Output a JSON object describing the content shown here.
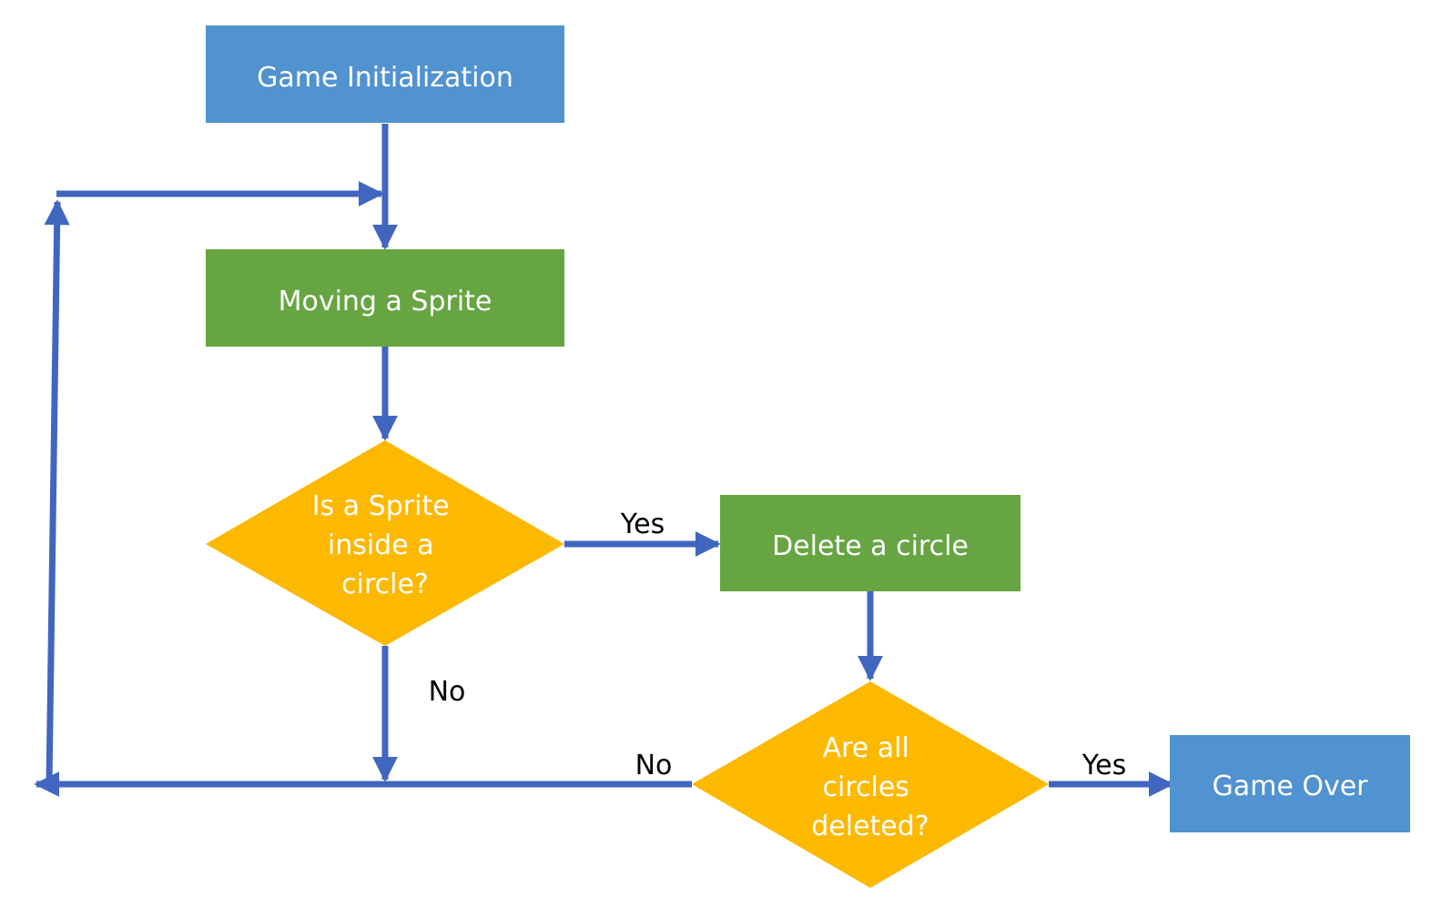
{
  "colors": {
    "terminal": "#5192d0",
    "process": "#67a542",
    "decision": "#fdb800",
    "arrow": "#4066c0",
    "box_text": "#ffffff",
    "label_text": "#000000"
  },
  "nodes": {
    "init": {
      "lines": [
        "Game Initialization"
      ]
    },
    "move": {
      "lines": [
        "Moving a Sprite"
      ]
    },
    "inside": {
      "lines": [
        "Is a Sprite",
        "inside a",
        "circle?"
      ]
    },
    "delete": {
      "lines": [
        "Delete a circle"
      ]
    },
    "all_deleted": {
      "lines": [
        "Are all",
        "circles",
        "deleted?"
      ]
    },
    "game_over": {
      "lines": [
        "Game Over"
      ]
    }
  },
  "edge_labels": {
    "inside_yes": "Yes",
    "inside_no": "No",
    "all_no": "No",
    "all_yes": "Yes"
  }
}
